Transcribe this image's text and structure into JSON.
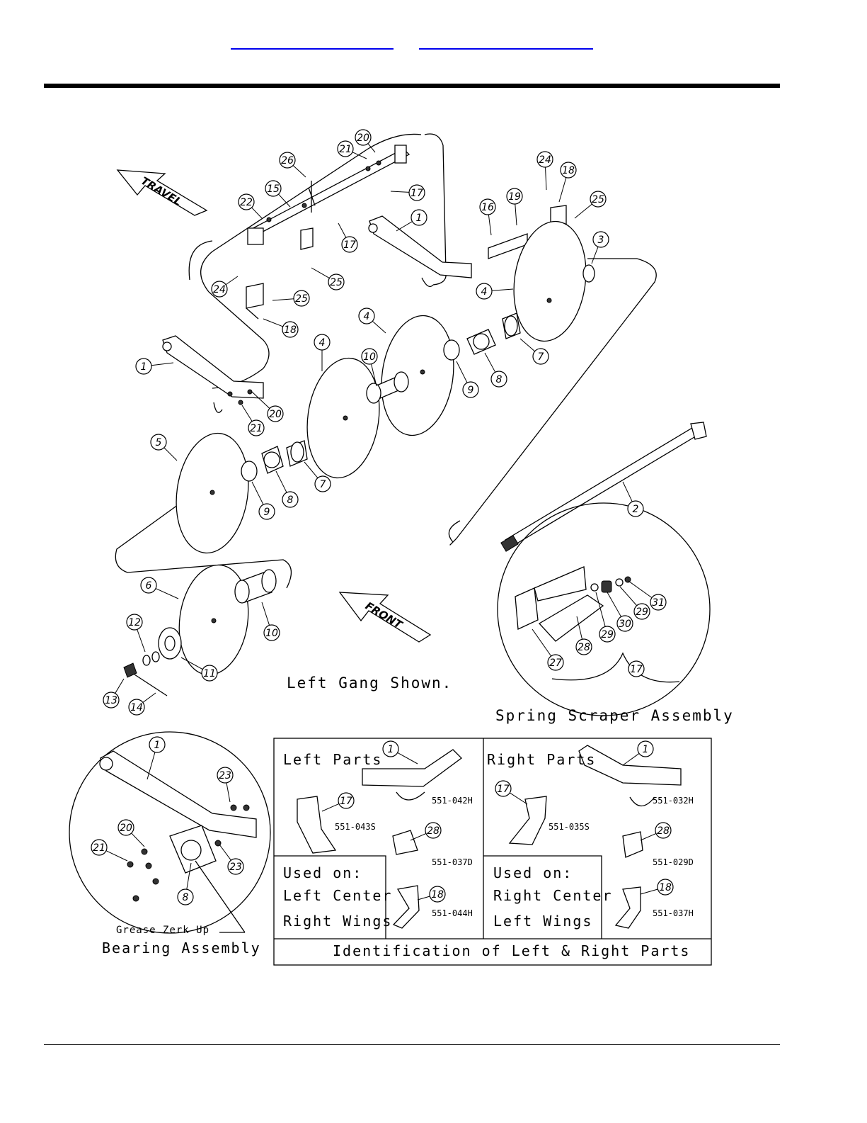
{
  "nav": {
    "link_1": "",
    "link_2": ""
  },
  "arrows": {
    "travel": "TRAVEL",
    "front": "FRONT"
  },
  "captions": {
    "main": "Left Gang Shown.",
    "scraper": "Spring Scraper Assembly",
    "grease": "Grease Zerk Up",
    "bearing": "Bearing Assembly"
  },
  "id_table": {
    "left_title": "Left Parts",
    "right_title": "Right Parts",
    "left_used_heading": "Used on:",
    "left_used_1": "Left Center",
    "left_used_2": "Right Wings",
    "right_used_heading": "Used on:",
    "right_used_1": "Right Center",
    "right_used_2": "Left Wings",
    "footer": "Identification of Left & Right Parts",
    "left_parts": [
      {
        "callout": "1",
        "part_no": "551-042H"
      },
      {
        "callout": "17",
        "part_no": "551-043S"
      },
      {
        "callout": "28",
        "part_no": "551-037D"
      },
      {
        "callout": "18",
        "part_no": "551-044H"
      }
    ],
    "right_parts": [
      {
        "callout": "1",
        "part_no": "551-032H"
      },
      {
        "callout": "17",
        "part_no": "551-035S"
      },
      {
        "callout": "28",
        "part_no": "551-029D"
      },
      {
        "callout": "18",
        "part_no": "551-037H"
      }
    ]
  },
  "callouts_main": [
    "20",
    "21",
    "26",
    "15",
    "22",
    "17",
    "17",
    "24",
    "18",
    "19",
    "16",
    "25",
    "1",
    "25",
    "24",
    "25",
    "18",
    "3",
    "4",
    "4",
    "4",
    "10",
    "7",
    "8",
    "9",
    "1",
    "20",
    "21",
    "5",
    "8",
    "7",
    "9",
    "2",
    "6",
    "10",
    "12",
    "11",
    "13",
    "14"
  ],
  "callouts_scraper": [
    "31",
    "29",
    "30",
    "29",
    "28",
    "27",
    "17"
  ],
  "callouts_bearing": [
    "1",
    "23",
    "20",
    "21",
    "23",
    "8"
  ]
}
